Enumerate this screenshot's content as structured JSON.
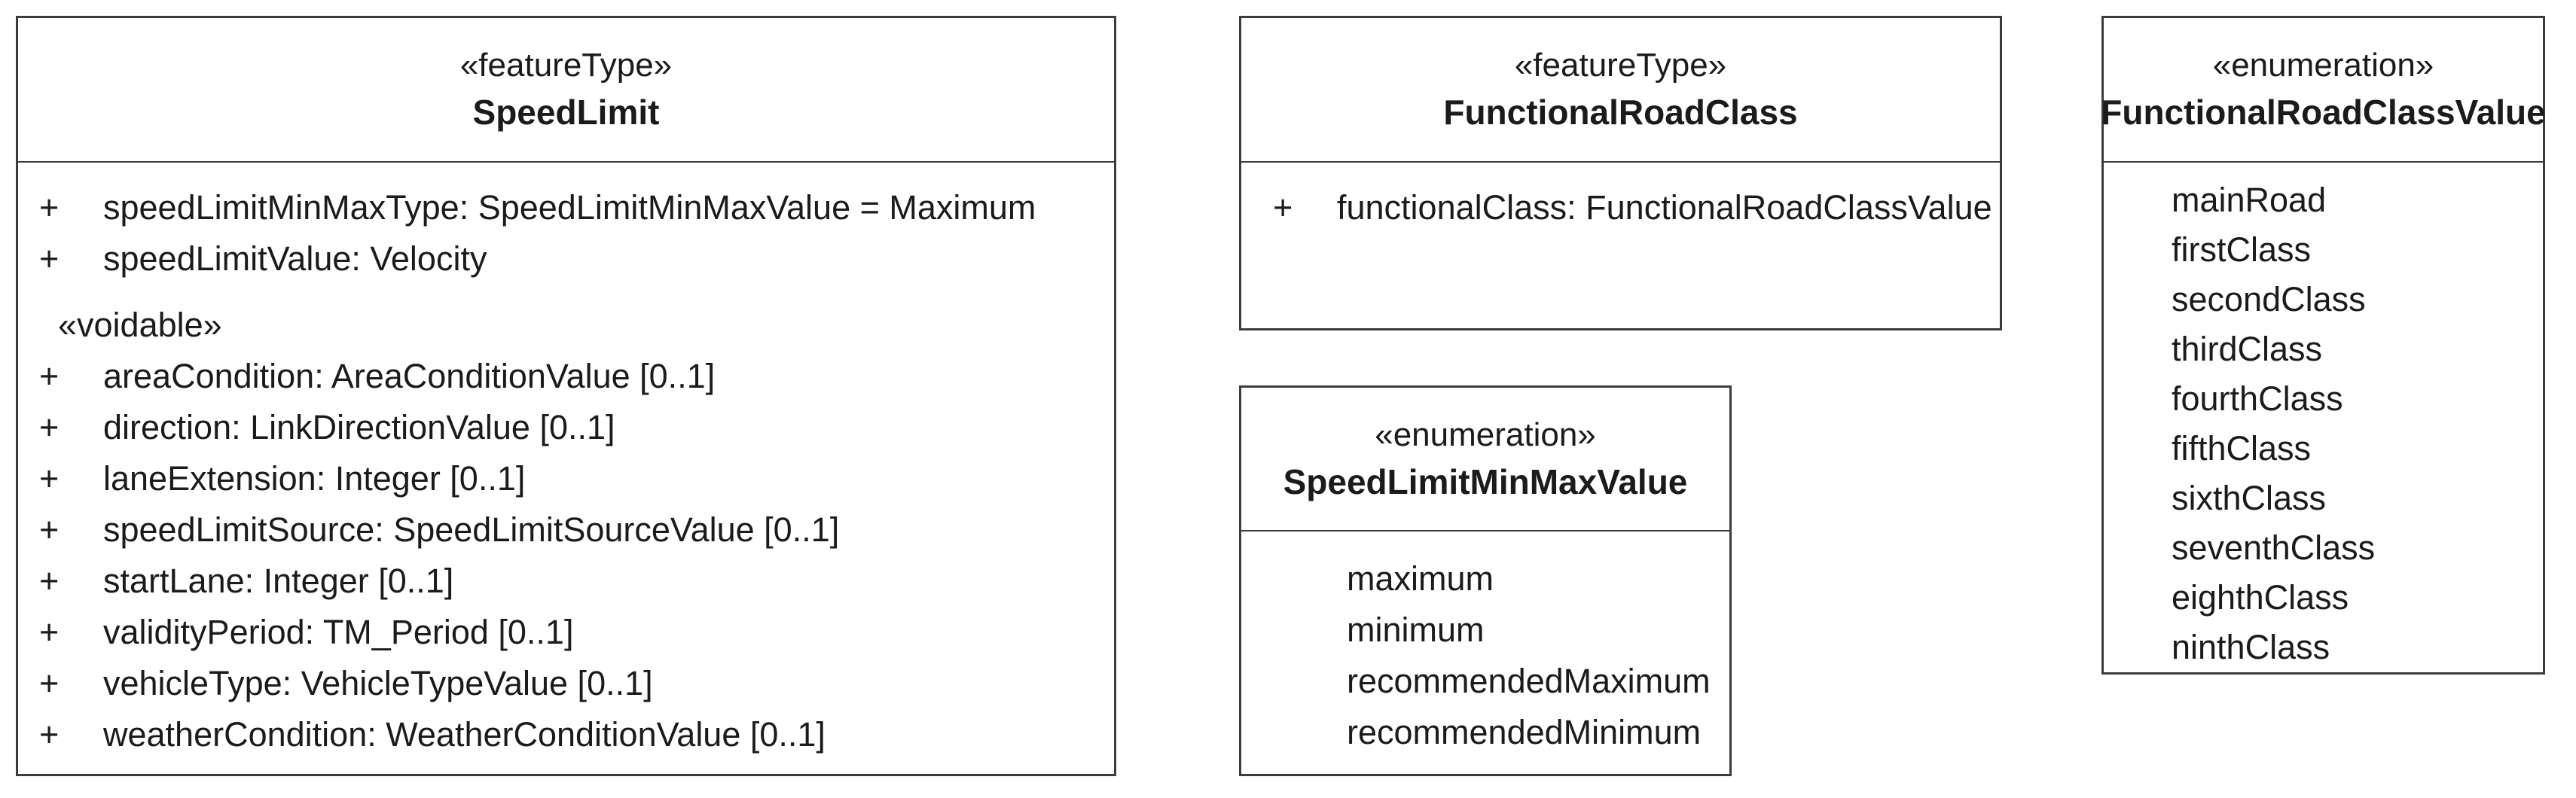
{
  "colors": {
    "background": "#ffffff",
    "border": "#3c3c3c",
    "text": "#1b1b1b"
  },
  "classes": {
    "speed_limit": {
      "stereotype": "«featureType»",
      "name": "SpeedLimit",
      "attributes": [
        {
          "visibility": "+",
          "text": "speedLimitMinMaxType: SpeedLimitMinMaxValue = Maximum"
        },
        {
          "visibility": "+",
          "text": "speedLimitValue: Velocity"
        }
      ],
      "voidable_header": "«voidable»",
      "voidable_attributes": [
        {
          "visibility": "+",
          "text": "areaCondition: AreaConditionValue [0..1]"
        },
        {
          "visibility": "+",
          "text": "direction: LinkDirectionValue [0..1]"
        },
        {
          "visibility": "+",
          "text": "laneExtension: Integer [0..1]"
        },
        {
          "visibility": "+",
          "text": "speedLimitSource: SpeedLimitSourceValue [0..1]"
        },
        {
          "visibility": "+",
          "text": "startLane: Integer [0..1]"
        },
        {
          "visibility": "+",
          "text": "validityPeriod: TM_Period [0..1]"
        },
        {
          "visibility": "+",
          "text": "vehicleType: VehicleTypeValue [0..1]"
        },
        {
          "visibility": "+",
          "text": "weatherCondition: WeatherConditionValue [0..1]"
        }
      ]
    },
    "functional_road_class": {
      "stereotype": "«featureType»",
      "name": "FunctionalRoadClass",
      "attributes": [
        {
          "visibility": "+",
          "text": "functionalClass: FunctionalRoadClassValue"
        }
      ]
    },
    "speed_limit_min_max_value": {
      "stereotype": "«enumeration»",
      "name": "SpeedLimitMinMaxValue",
      "literals": [
        "maximum",
        "minimum",
        "recommendedMaximum",
        "recommendedMinimum"
      ]
    },
    "functional_road_class_value": {
      "stereotype": "«enumeration»",
      "name": "FunctionalRoadClassValue",
      "literals": [
        "mainRoad",
        "firstClass",
        "secondClass",
        "thirdClass",
        "fourthClass",
        "fifthClass",
        "sixthClass",
        "seventhClass",
        "eighthClass",
        "ninthClass"
      ]
    }
  }
}
